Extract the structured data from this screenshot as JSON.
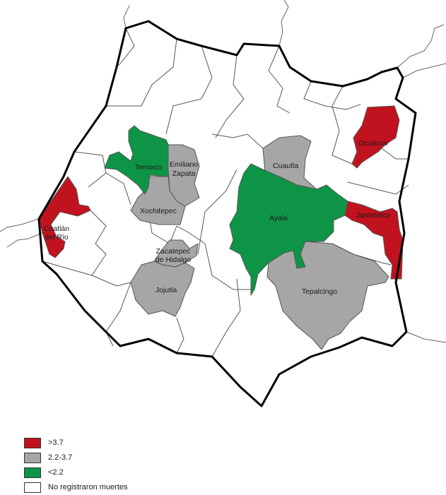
{
  "legend": {
    "items": [
      {
        "label": ">3.7",
        "color": "#c1121f"
      },
      {
        "label": "2.2-3.7",
        "color": "#a6a6a6"
      },
      {
        "label": "<2.2",
        "color": "#0e9447"
      },
      {
        "label": "No registraron muertes",
        "color": "#ffffff"
      }
    ]
  },
  "municipalities": {
    "ocuituco": {
      "line1": "Ocuituco",
      "category": ">3.7"
    },
    "jantetelco": {
      "line1": "Jantetelco",
      "category": ">3.7"
    },
    "coatlan": {
      "line1": "Coatlán",
      "line2": "del Río",
      "category": ">3.7"
    },
    "cuautla": {
      "line1": "Cuautla",
      "category": "2.2-3.7"
    },
    "emiliano_zapata": {
      "line1": "Emiliano",
      "line2": "Zapata",
      "category": "2.2-3.7"
    },
    "xochitepec": {
      "line1": "Xochitepec",
      "category": "2.2-3.7"
    },
    "zacatepec": {
      "line1": "Zacatepec",
      "line2": "de Hidalgo",
      "category": "2.2-3.7"
    },
    "jojutla": {
      "line1": "Jojutla",
      "category": "2.2-3.7"
    },
    "tepalcingo": {
      "line1": "Tepalcingo",
      "category": "2.2-3.7"
    },
    "temixco": {
      "line1": "Temixco",
      "category": "<2.2"
    },
    "ayala": {
      "line1": "Ayala",
      "category": "<2.2"
    }
  }
}
